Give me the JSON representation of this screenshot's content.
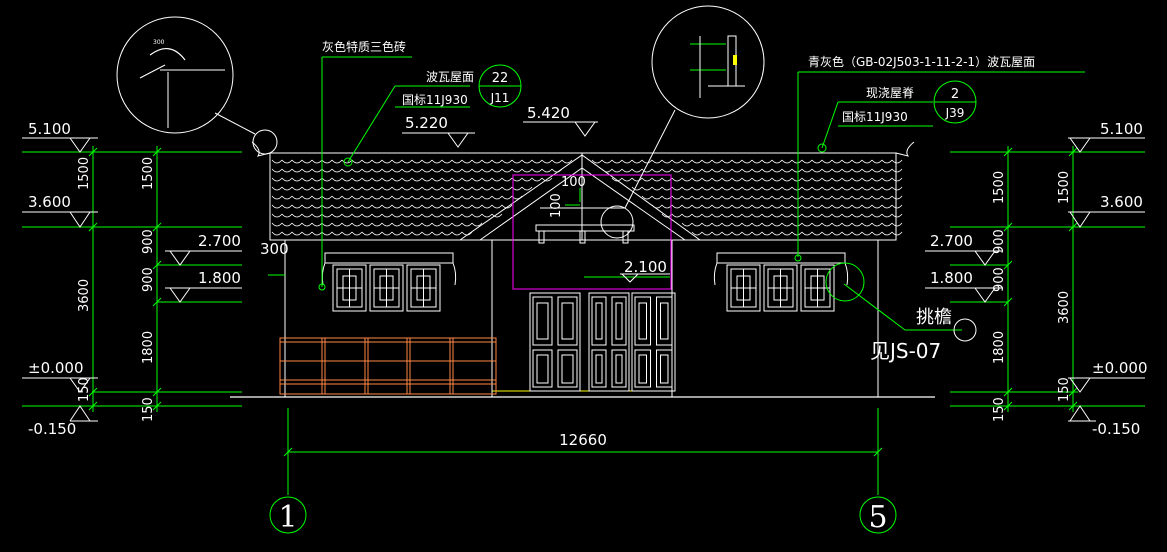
{
  "colors": {
    "background": "#000000",
    "dimension": "#00ff00",
    "outline": "#ffffff",
    "leader": "#00ff00",
    "frame": "#ff00ff",
    "railing": "#ff8844",
    "ground_strip": "#ffff00"
  },
  "elevations": {
    "left": {
      "e5100": "5.100",
      "e3600": "3.600",
      "e2700": "2.700",
      "e1800": "1.800",
      "e0": "±0.000",
      "em150": "-0.150"
    },
    "right": {
      "e5100": "5.100",
      "e3600": "3.600",
      "e2700": "2.700",
      "e1800": "1.800",
      "e0": "±0.000",
      "em150": "-0.150"
    },
    "ridge": "5.420",
    "eave": "5.220",
    "door_head": "2.100"
  },
  "dimensions": {
    "left_outer": {
      "d1500": "1500",
      "d3600": "3600",
      "d150": "150"
    },
    "left_inner": {
      "d1500": "1500",
      "d900a": "900",
      "d900b": "900",
      "d1800": "1800",
      "d150": "150"
    },
    "right_inner": {
      "d1500": "1500",
      "d900a": "900",
      "d900b": "900",
      "d1800": "1800",
      "d150": "150"
    },
    "right_outer": {
      "d1500": "1500",
      "d3600": "3600",
      "d150": "150"
    },
    "overhang": "300",
    "gable_100a": "100",
    "gable_100b": "100",
    "overall_width": "12660"
  },
  "annotations": {
    "brick": "灰色特质三色砖",
    "tile_roof_left": "波瓦屋面",
    "std_left": "国标11J930",
    "callout_left": {
      "num": "22",
      "sheet": "J11"
    },
    "tile_roof_right": "青灰色（GB-02J503-1-11-2-1）波瓦屋面",
    "ridge_cast": "现浇屋脊",
    "std_right": "国标11J930",
    "callout_right": {
      "num": "2",
      "sheet": "J39"
    },
    "eave_detail": "挑檐",
    "eave_ref": "见JS-07"
  },
  "grid_axes": {
    "left": "1",
    "right": "5"
  },
  "icons": {
    "detail_bubble_left": "eave-detail-bubble-icon",
    "detail_bubble_right": "wall-detail-bubble-icon"
  }
}
